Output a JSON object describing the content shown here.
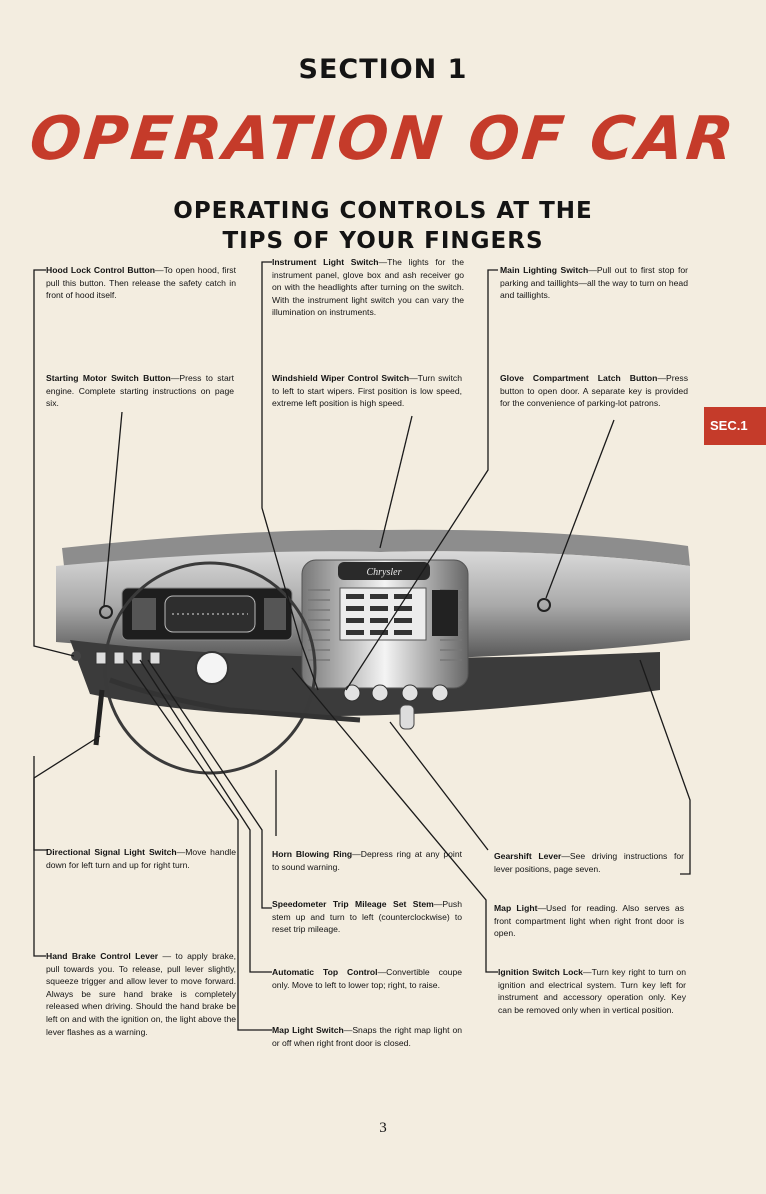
{
  "section_heading": "SECTION 1",
  "title": "OPERATION OF CAR",
  "subtitle_line1": "OPERATING CONTROLS AT THE",
  "subtitle_line2": "TIPS OF YOUR FINGERS",
  "side_tab": "SEC.1",
  "page_number": "3",
  "callouts": {
    "hood_lock": {
      "title": "Hood Lock Control Button",
      "text": "—To open hood, first pull this button. Then release the safety catch in front of hood itself."
    },
    "instrument_light": {
      "title": "Instrument Light Switch",
      "text": "—The lights for the instrument panel, glove box and ash receiver go on with the headlights after turning on the switch. With the instrument light switch you can vary the illumination on instruments."
    },
    "main_lighting": {
      "title": "Main Lighting Switch",
      "text": "—Pull out to first stop for parking and taillights—all the way to turn on head and taillights."
    },
    "starting_motor": {
      "title": "Starting Motor Switch Button",
      "text": "—Press to start engine. Complete starting instructions on page six."
    },
    "windshield_wiper": {
      "title": "Windshield Wiper Control Switch",
      "text": "—Turn switch to left to start wipers. First position is low speed, extreme left position is high speed."
    },
    "glove_compartment": {
      "title": "Glove Compartment Latch Button",
      "text": "—Press button to open door. A separate key is provided for the convenience of parking-lot patrons."
    },
    "directional_signal": {
      "title": "Directional Signal Light Switch",
      "text": "—Move handle down for left turn and up for right turn."
    },
    "horn_ring": {
      "title": "Horn Blowing Ring",
      "text": "—Depress ring at any point to sound warning."
    },
    "gearshift": {
      "title": "Gearshift Lever",
      "text": "—See driving instructions for lever positions, page seven."
    },
    "speedometer_trip": {
      "title": "Speedometer Trip Mileage Set Stem",
      "text": "—Push stem up and turn to left (counterclockwise) to reset trip mileage."
    },
    "map_light": {
      "title": "Map Light",
      "text": "—Used for reading. Also serves as front compartment light when right front door is open."
    },
    "hand_brake": {
      "title": "Hand Brake Control Lever",
      "text": " — to apply brake, pull towards you. To release, pull lever slightly, squeeze trigger and allow lever to move forward. Always be sure hand brake is completely released when driving. Should the hand brake be left on and with the ignition on, the light above the lever flashes as a warning."
    },
    "automatic_top": {
      "title": "Automatic Top Control",
      "text": "—Convertible coupe only. Move to left to lower top; right, to raise."
    },
    "ignition_lock": {
      "title": "Ignition Switch Lock",
      "text": "—Turn key right to turn on ignition and electrical system. Turn key left for instrument and accessory operation only. Key can be removed only when in vertical position."
    },
    "map_light_switch": {
      "title": "Map Light Switch",
      "text": "—Snaps the right map light on or off when right front door is closed."
    }
  },
  "dashboard": {
    "nameplate": "Chrysler"
  }
}
